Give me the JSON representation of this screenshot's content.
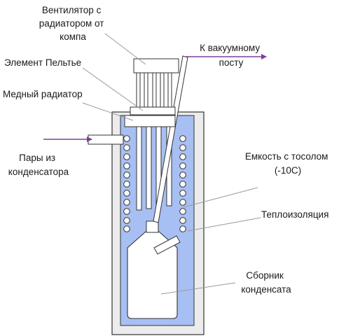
{
  "labels": {
    "fan": [
      "Вентилятор с",
      "радиатором от",
      "компа"
    ],
    "vacuum": [
      "К вакуумному",
      "посту"
    ],
    "peltier": "Элемент Пельтье",
    "copper": "Медный радиатор",
    "vapors": [
      "Пары из",
      "конденсатора"
    ],
    "tank": [
      "Емкость с тосолом",
      "(-10С)"
    ],
    "insulation": "Теплоизоляция",
    "collector": [
      "Сборник",
      "конденсата"
    ]
  },
  "colors": {
    "insulation_fill": "#ececec",
    "coolant_fill": "#a7bff2",
    "outline": "#333333",
    "arrow": "#7a3fa0",
    "leader": "#9a9a9a"
  }
}
